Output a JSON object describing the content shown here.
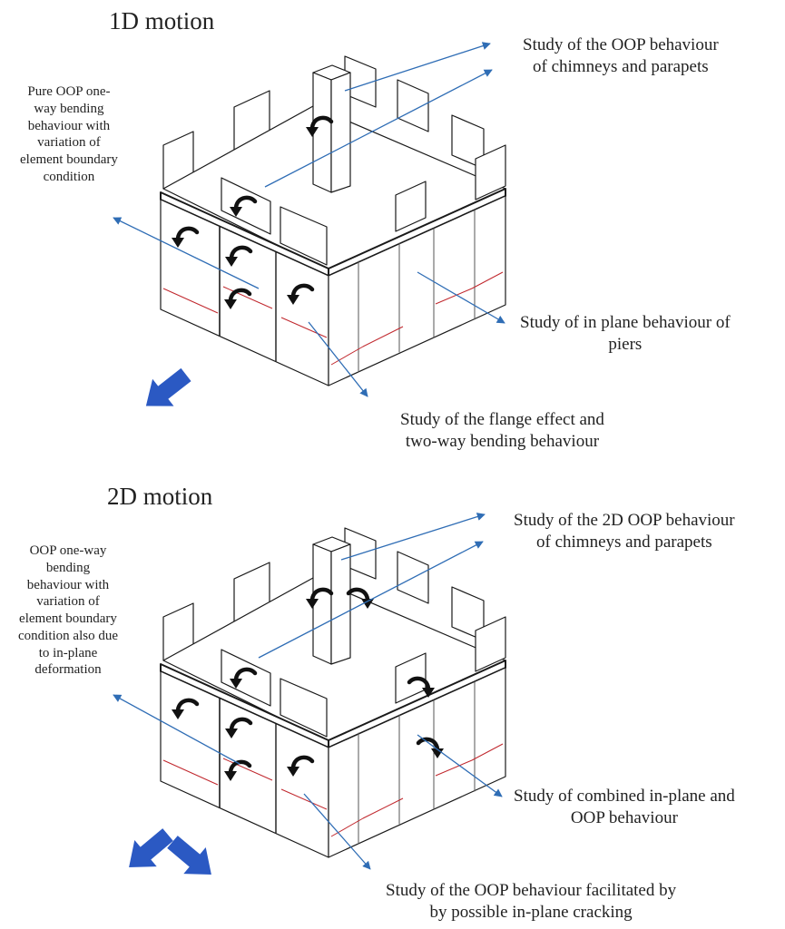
{
  "panel_1d": {
    "title": "1D motion",
    "notes": {
      "chimneys": [
        "Study of the OOP behaviour",
        "of chimneys and parapets"
      ],
      "one_way": [
        "Pure OOP one-",
        "way bending",
        "behaviour with",
        "variation of",
        "element boundary",
        "condition"
      ],
      "piers": [
        "Study of in plane behaviour of",
        "piers"
      ],
      "flange": [
        "Study of the flange effect and",
        "two-way bending behaviour"
      ]
    },
    "motion_arrow": "single-diagonal-arrow"
  },
  "panel_2d": {
    "title": "2D motion",
    "notes": {
      "chimneys": [
        "Study of the 2D OOP behaviour",
        "of chimneys and parapets"
      ],
      "one_way": [
        "OOP one-way",
        "bending",
        "behaviour with",
        "variation of",
        "element boundary",
        "condition also due",
        "to in-plane",
        "deformation"
      ],
      "combined": [
        "Study of combined in-plane and",
        "OOP behaviour"
      ],
      "cracking": [
        "Study of the OOP behaviour facilitated by",
        "by possible in-plane cracking"
      ]
    },
    "motion_arrow": "double-diagonal-arrow"
  },
  "colors": {
    "leader": "#2f6db5",
    "crack": "#c0262c",
    "edge": "#1a1a1a",
    "thin_edge": "#555555",
    "motion": "#2b59c3",
    "rotation": "#111111"
  }
}
